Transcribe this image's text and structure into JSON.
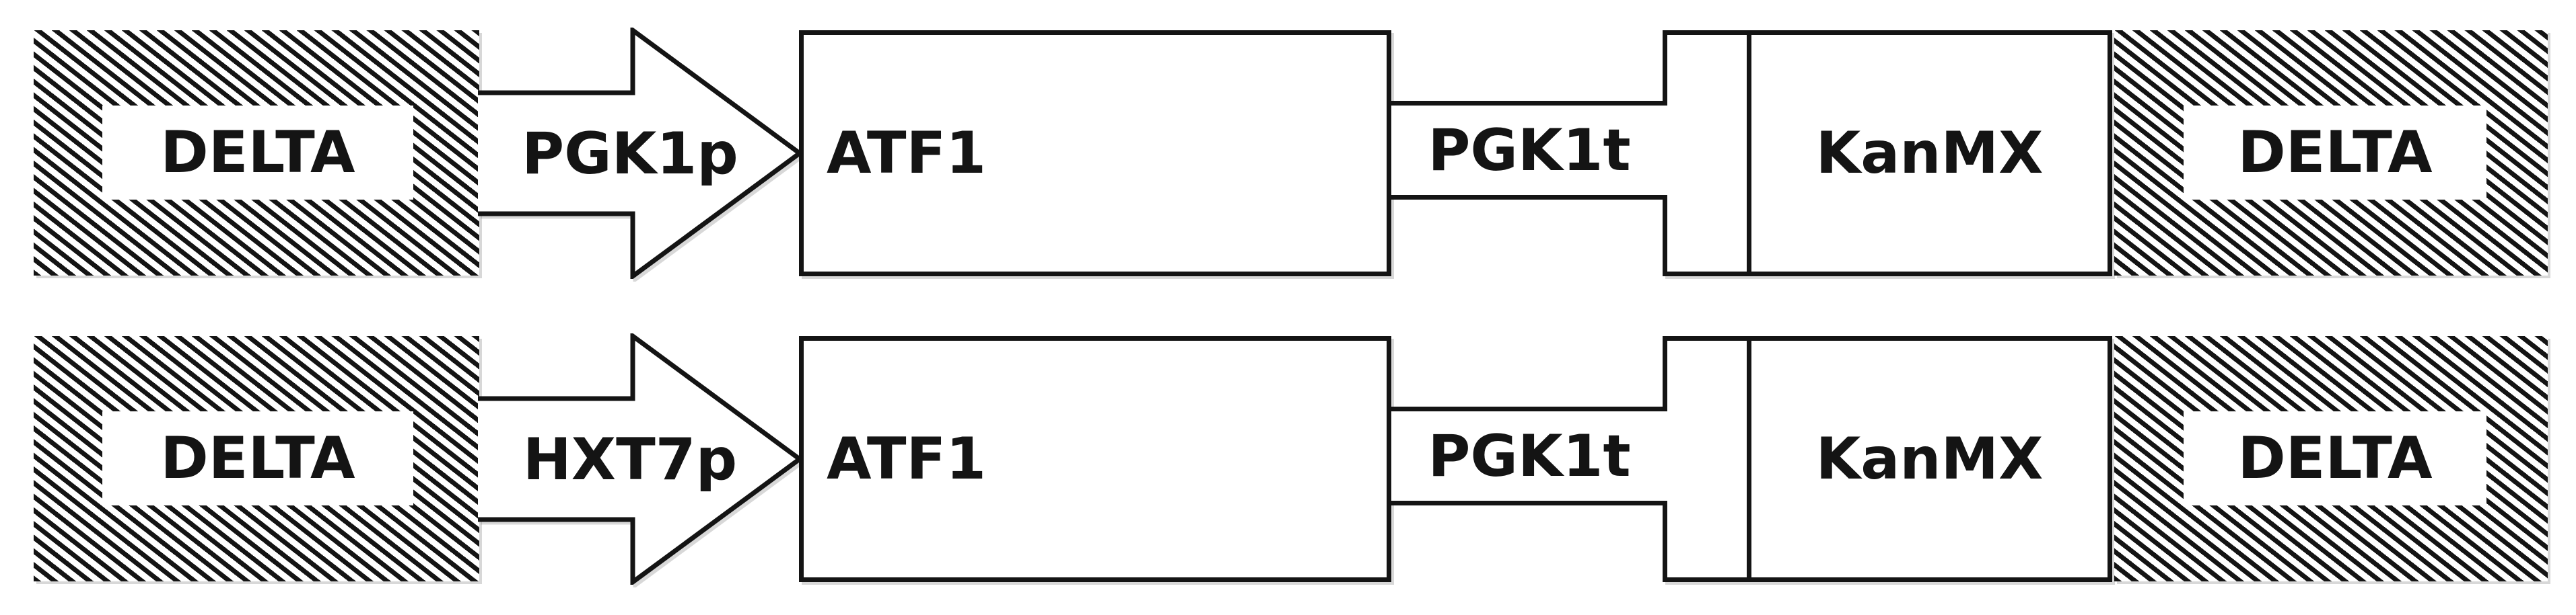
{
  "diagram": {
    "background_color": "#ffffff",
    "line_color": "#141414",
    "hatch_pattern": "diagonal-stripes",
    "rows": [
      {
        "left_flank": "DELTA",
        "promoter": "PGK1p",
        "gene": "ATF1",
        "terminator": "PGK1t",
        "marker": "KanMX",
        "right_flank": "DELTA"
      },
      {
        "left_flank": "DELTA",
        "promoter": "HXT7p",
        "gene": "ATF1",
        "terminator": "PGK1t",
        "marker": "KanMX",
        "right_flank": "DELTA"
      }
    ]
  }
}
